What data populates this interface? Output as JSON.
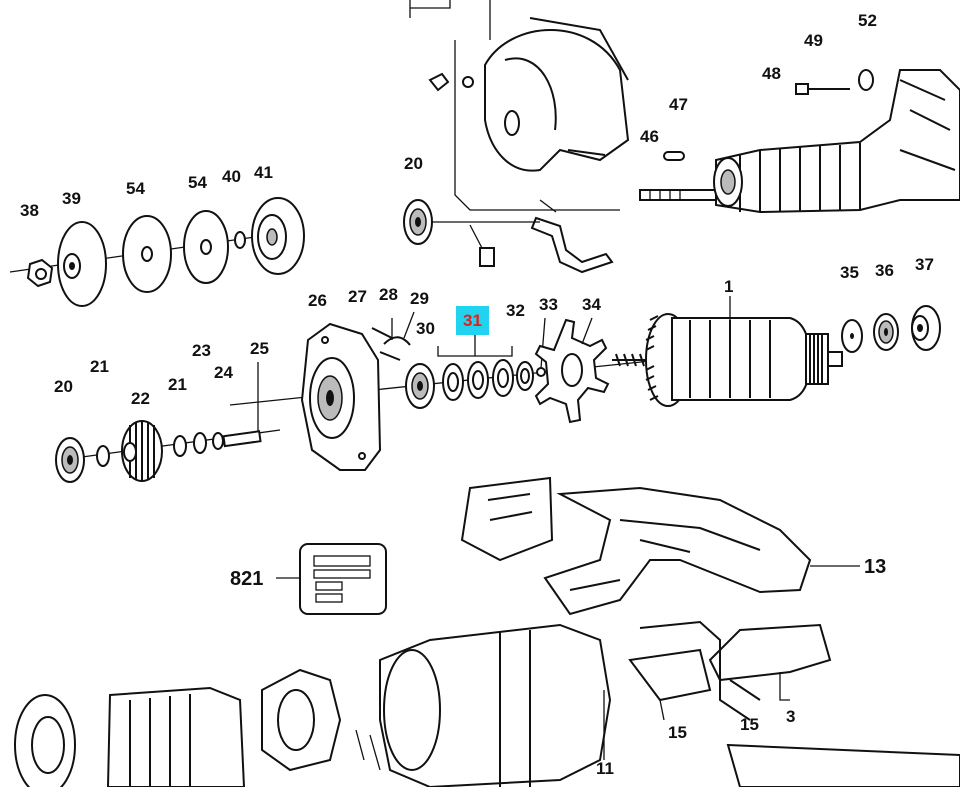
{
  "diagram": {
    "highlight_color": "#22d3f0",
    "highlight_text_color": "#e0201c",
    "labels": {
      "l1": "1",
      "l3": "3",
      "l11": "11",
      "l13": "13",
      "l15a": "15",
      "l15b": "15",
      "l20a": "20",
      "l20b": "20",
      "l21a": "21",
      "l21b": "21",
      "l22": "22",
      "l23": "23",
      "l24": "24",
      "l25": "25",
      "l26": "26",
      "l27": "27",
      "l28": "28",
      "l29": "29",
      "l30": "30",
      "l31": "31",
      "l32": "32",
      "l33": "33",
      "l34": "34",
      "l35": "35",
      "l36": "36",
      "l37": "37",
      "l38": "38",
      "l39": "39",
      "l40": "40",
      "l41": "41",
      "l46": "46",
      "l47": "47",
      "l48": "48",
      "l49": "49",
      "l52": "52",
      "l54a": "54",
      "l54b": "54",
      "l821": "821"
    }
  }
}
